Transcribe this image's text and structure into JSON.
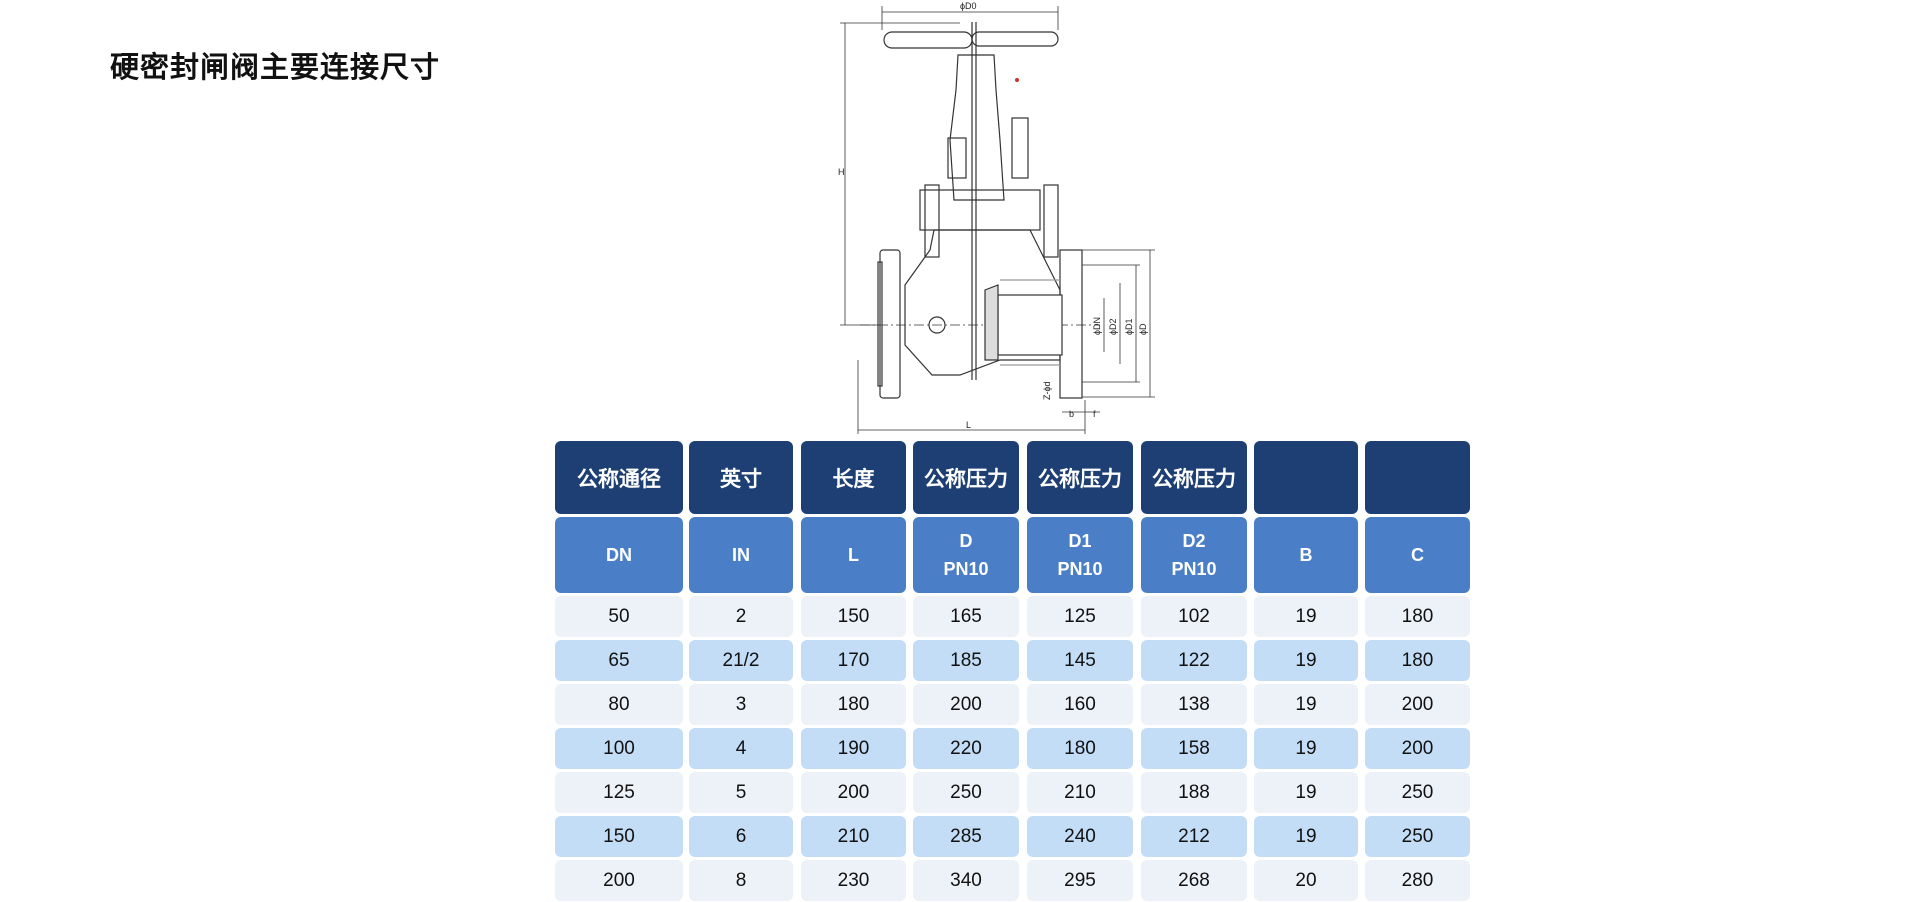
{
  "title": "硬密封闸阀主要连接尺寸",
  "drawing": {
    "labels": [
      "ϕD0",
      "H",
      "L",
      "ϕDN",
      "ϕD2",
      "ϕD1",
      "ϕD",
      "Z-ϕd",
      "b",
      "f"
    ]
  },
  "table": {
    "header_cn": [
      "公称通径",
      "英寸",
      "长度",
      "公称压力",
      "公称压力",
      "公称压力",
      "",
      ""
    ],
    "header_code": [
      [
        "DN"
      ],
      [
        "IN"
      ],
      [
        "L"
      ],
      [
        "D",
        "PN10"
      ],
      [
        "D1",
        "PN10"
      ],
      [
        "D2",
        "PN10"
      ],
      [
        "B"
      ],
      [
        "C"
      ]
    ],
    "rows": [
      [
        "50",
        "2",
        "150",
        "165",
        "125",
        "102",
        "19",
        "180"
      ],
      [
        "65",
        "21/2",
        "170",
        "185",
        "145",
        "122",
        "19",
        "180"
      ],
      [
        "80",
        "3",
        "180",
        "200",
        "160",
        "138",
        "19",
        "200"
      ],
      [
        "100",
        "4",
        "190",
        "220",
        "180",
        "158",
        "19",
        "200"
      ],
      [
        "125",
        "5",
        "200",
        "250",
        "210",
        "188",
        "19",
        "250"
      ],
      [
        "150",
        "6",
        "210",
        "285",
        "240",
        "212",
        "19",
        "250"
      ],
      [
        "200",
        "8",
        "230",
        "340",
        "295",
        "268",
        "20",
        "280"
      ]
    ]
  }
}
